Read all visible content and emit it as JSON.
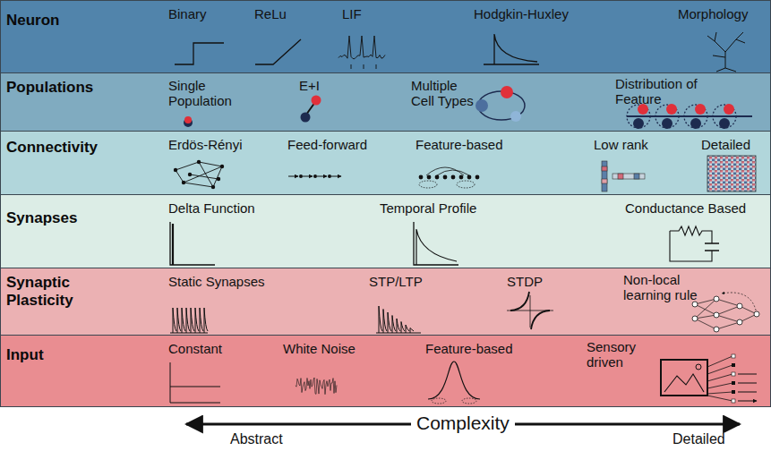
{
  "diagram": {
    "nodes": [
      {
        "text": [
          "Neuron",
          "Binary",
          "ReLu",
          "LIF",
          "Hodgkin-Huxley",
          "Morphology"
        ]
      },
      {
        "text": [
          "Populations",
          "Single Population",
          "E+I",
          "Multiple Cell Types",
          "Distribution of Feature"
        ]
      },
      {
        "text": [
          "Connectivity",
          "Erdös-Rényi",
          "Feed-forward",
          "Feature-based",
          "Low rank",
          "Detailed"
        ]
      },
      {
        "text": [
          "Synapses",
          "Delta Function",
          "Temporal Profile",
          "Conductance Based"
        ]
      },
      {
        "text": [
          "Synaptic Plasticity",
          "Static Synapses",
          "STP/LTP",
          "STDP",
          "Non-local learning rule"
        ]
      },
      {
        "text": [
          "Input",
          "Constant",
          "White Noise",
          "Feature-based",
          "Sensory driven"
        ]
      }
    ],
    "labels": [
      "Complexity",
      "Abstract",
      "Detailed"
    ]
  }
}
